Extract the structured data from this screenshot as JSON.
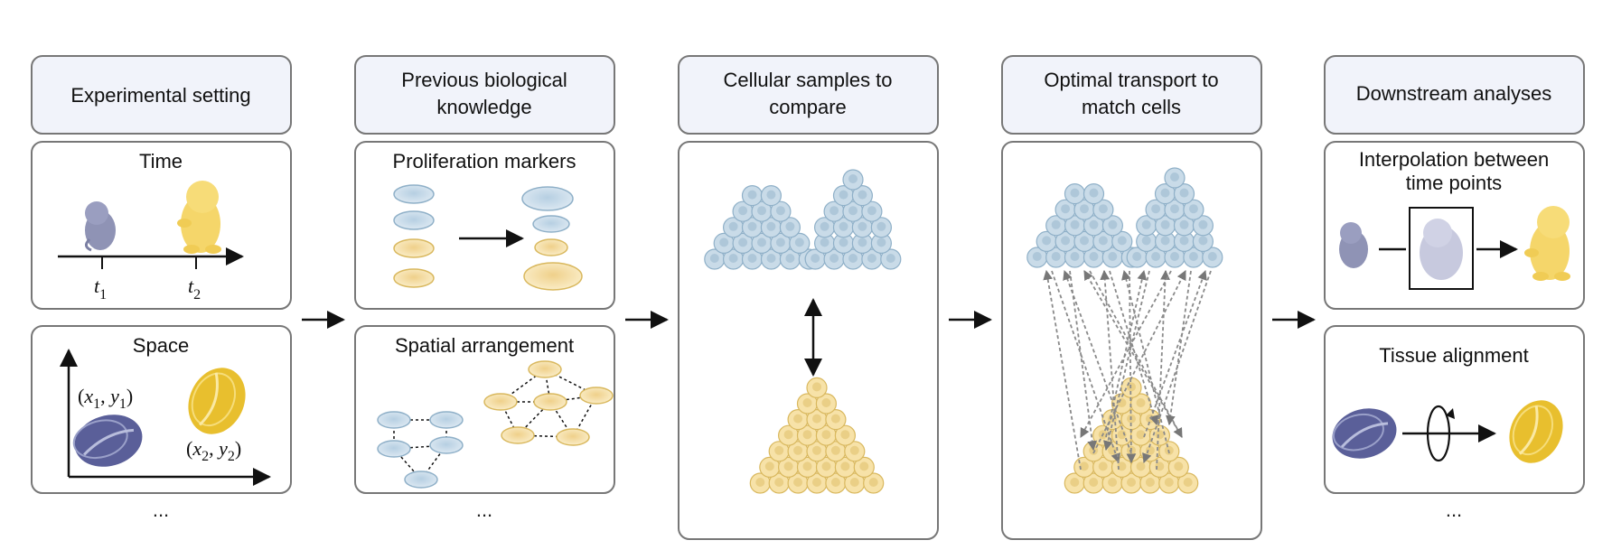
{
  "columns": [
    {
      "header": [
        "Experimental setting"
      ],
      "panels": [
        {
          "title": "Time",
          "labels": {
            "t1": "t",
            "t1_sub": "1",
            "t2": "t",
            "t2_sub": "2"
          }
        },
        {
          "title": "Space",
          "labels": {
            "p1": [
              "(",
              "x",
              "1",
              ", ",
              "y",
              "1",
              ")"
            ],
            "p2": [
              "(",
              "x",
              "2",
              ", ",
              "y",
              "2",
              ")"
            ]
          }
        }
      ],
      "ellipsis": "..."
    },
    {
      "header": [
        "Previous biological",
        "knowledge"
      ],
      "panels": [
        {
          "title": "Proliferation markers"
        },
        {
          "title": "Spatial arrangement"
        }
      ],
      "ellipsis": "..."
    },
    {
      "header": [
        "Cellular samples to",
        "compare"
      ],
      "panels": []
    },
    {
      "header": [
        "Optimal transport to",
        "match cells"
      ],
      "panels": []
    },
    {
      "header": [
        "Downstream analyses"
      ],
      "panels": [
        {
          "title": [
            "Interpolation between",
            "time points"
          ]
        },
        {
          "title": "Tissue alignment"
        }
      ],
      "ellipsis": "..."
    }
  ],
  "colors": {
    "blue_cell_fill": "#c9dbe8",
    "blue_cell_stroke": "#8fb0c8",
    "yellow_cell_fill": "#f7e2a8",
    "yellow_cell_stroke": "#d9b85e",
    "embryo_gray": "#8f93b5",
    "pup_yellow": "#f5d66a",
    "tissue_dark": "#5a5f99",
    "tissue_yellow": "#e8bf2e",
    "header_fill": "#f1f3fa",
    "panel_stroke": "#777777"
  },
  "icons": [
    "embryo-icon",
    "pup-icon",
    "tissue-section-icon",
    "rotation-icon",
    "cell-cluster-icon"
  ]
}
